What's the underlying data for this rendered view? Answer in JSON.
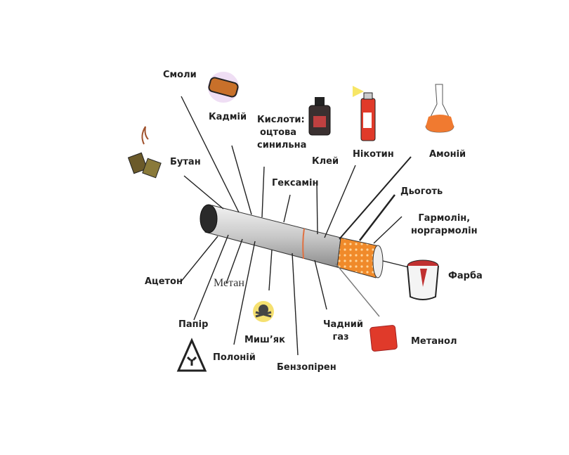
{
  "title": "Cigarette smoke components",
  "labels": {
    "smoly": "Смоли",
    "kadmii": "Кадмій",
    "kysloty_1": "Кислоти:",
    "kysloty_2": "оцтова",
    "kysloty_3": "синильна",
    "klei": "Клей",
    "nikotyn": "Нікотин",
    "amonii": "Амоній",
    "butan": "Бутан",
    "heksamin": "Гексамін",
    "dohot": "Дьоготь",
    "harmolin_1": "Гармолін,",
    "harmolin_2": "норгармолін",
    "farba": "Фарба",
    "aceton": "Ацетон",
    "metan": "Метан",
    "papir": "Папір",
    "mysh_iak": "Миш’як",
    "polonii": "Полоній",
    "benzopiren": "Бензопірен",
    "chadnyi_1": "Чадний",
    "chadnyi_2": "газ",
    "metanol": "Метанол"
  },
  "colors": {
    "filter": "#f08a2a",
    "paper": "#d8d8d8",
    "line": "#222222"
  }
}
